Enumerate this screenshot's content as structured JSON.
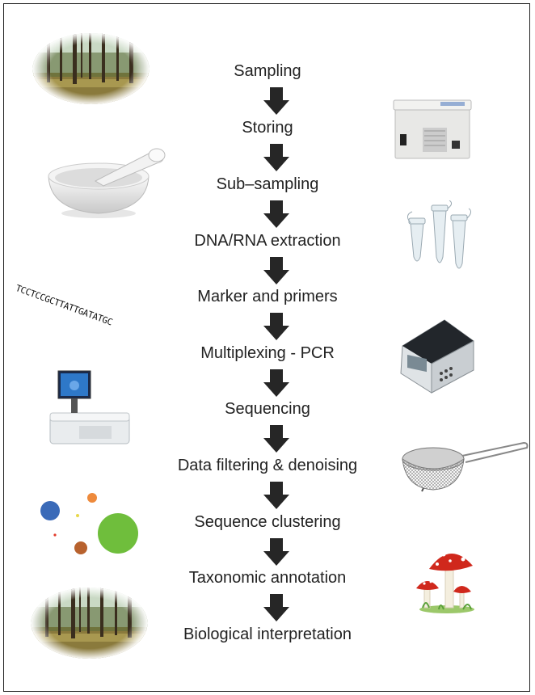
{
  "steps": [
    "Sampling",
    "Storing",
    "Sub–sampling",
    "DNA/RNA extraction",
    "Marker and primers",
    "Multiplexing - PCR",
    "Sequencing",
    "Data filtering & denoising",
    "Sequence clustering",
    "Taxonomic annotation",
    "Biological interpretation"
  ],
  "dna_sequence": "TCCTCCGCTTATTGATATGC",
  "icons": [
    "forest-photo",
    "freezer-photo",
    "mortar-pestle-photo",
    "microtubes-photo",
    "dna-sequence-text",
    "pcr-machine-photo",
    "sequencer-photo",
    "sieve-photo",
    "clusters-circles",
    "mushrooms-photo",
    "forest-photo-bottom"
  ],
  "colors": {
    "arrow": "#262626",
    "cluster_blue": "#3a6ab8",
    "cluster_green": "#6fbe3c",
    "cluster_orange": "#ee8a3c",
    "cluster_brown": "#b8622e",
    "cluster_yellow": "#e8d84a",
    "cluster_red": "#e23a2a"
  }
}
